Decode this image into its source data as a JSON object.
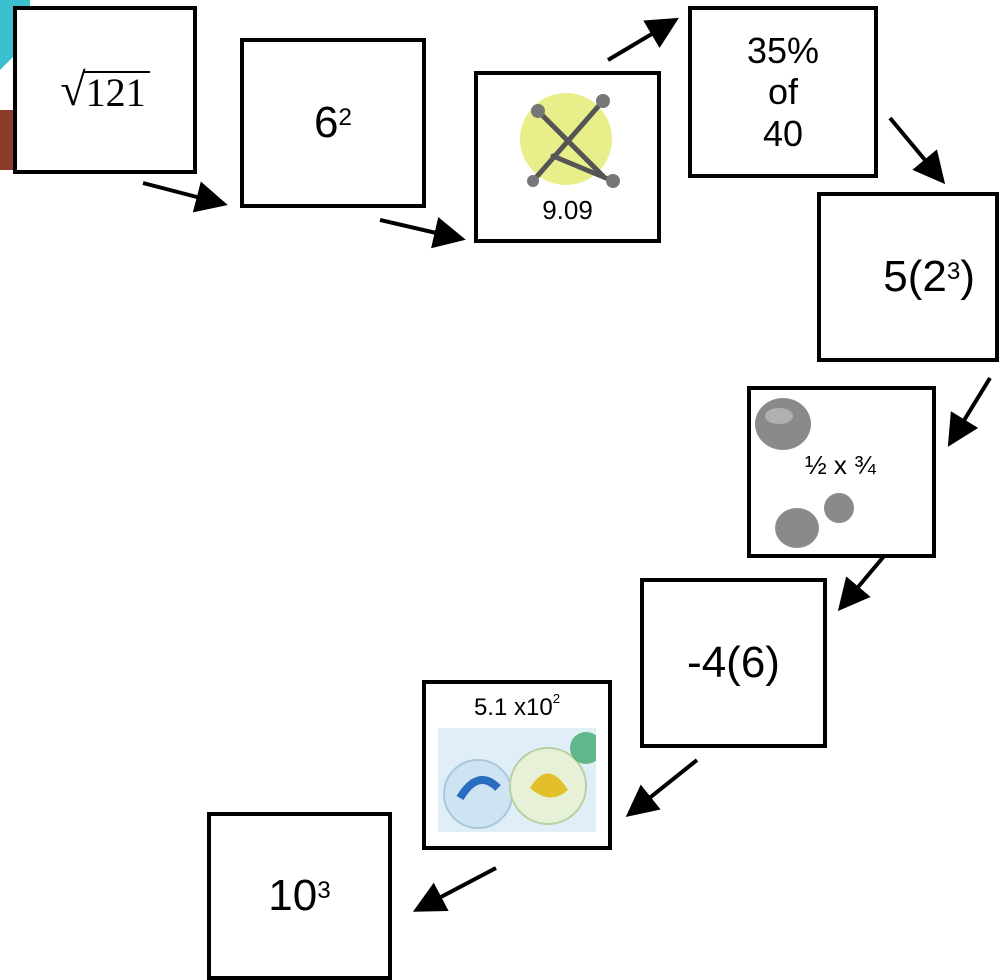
{
  "cards": {
    "c1": {
      "sqrt_radicand": "121"
    },
    "c2": {
      "base": "6",
      "exp": "2"
    },
    "c3": {
      "text": "9.09",
      "icon": "nails-icon"
    },
    "c4": {
      "line1": "35%",
      "line2": "of",
      "line3": "40"
    },
    "c5": {
      "prefix": "5(",
      "base": "2",
      "exp": "3",
      "suffix": ")"
    },
    "c6": {
      "text": "½ x ¾",
      "icon": "stones-icon"
    },
    "c7": {
      "text": "-4(6)"
    },
    "c8": {
      "mantissa": "5.1 x10",
      "exp": "2",
      "icon": "marbles-icon"
    },
    "c9": {
      "base": "10",
      "exp": "3"
    }
  },
  "colors": {
    "border": "#000000",
    "stone": "#8a8a8a",
    "nail_bg": "#e8ef8a",
    "marble_bg": "#dfeef7"
  }
}
